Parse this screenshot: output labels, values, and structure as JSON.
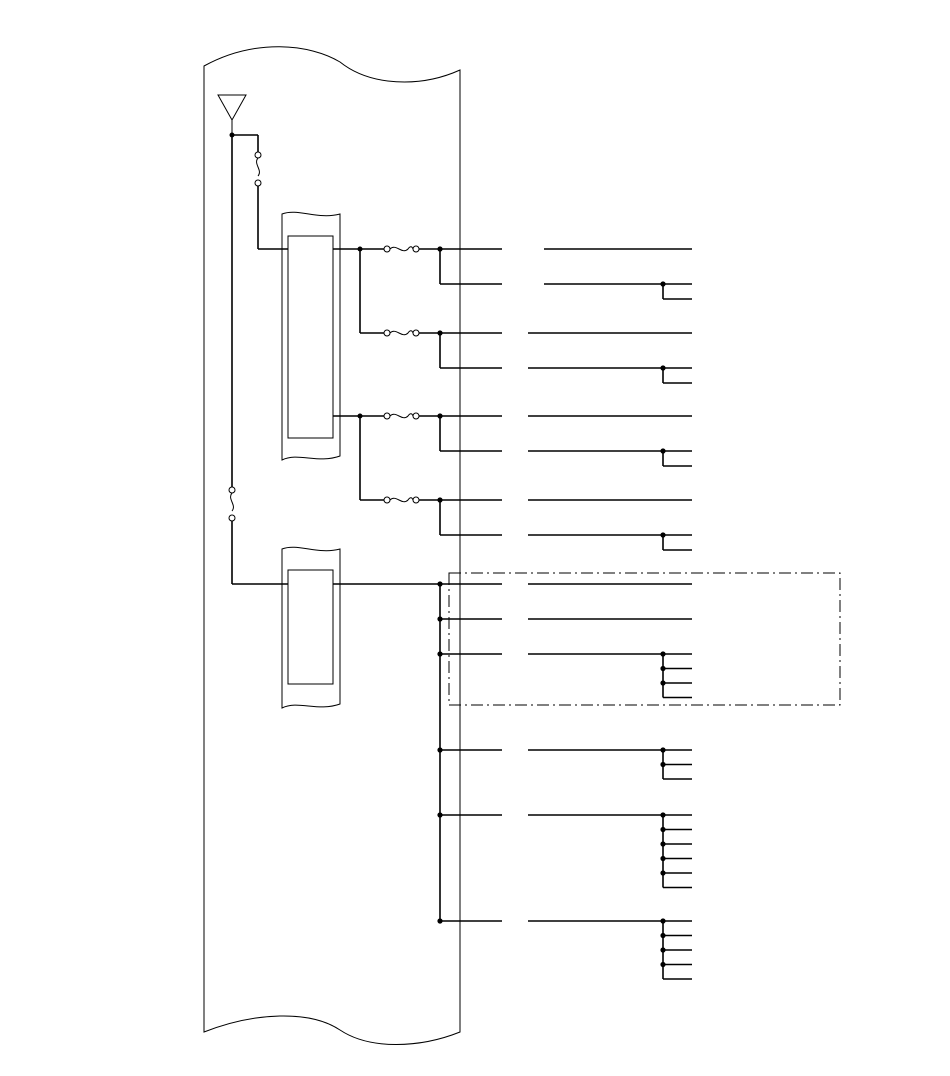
{
  "diagram": {
    "kind": "wiring-schematic",
    "title": "",
    "labels": [],
    "colors": {
      "line": "#000000",
      "background": "#ffffff"
    },
    "symbols": [
      "ground-symbol",
      "fusible-link",
      "fuse",
      "connector",
      "splice"
    ]
  }
}
